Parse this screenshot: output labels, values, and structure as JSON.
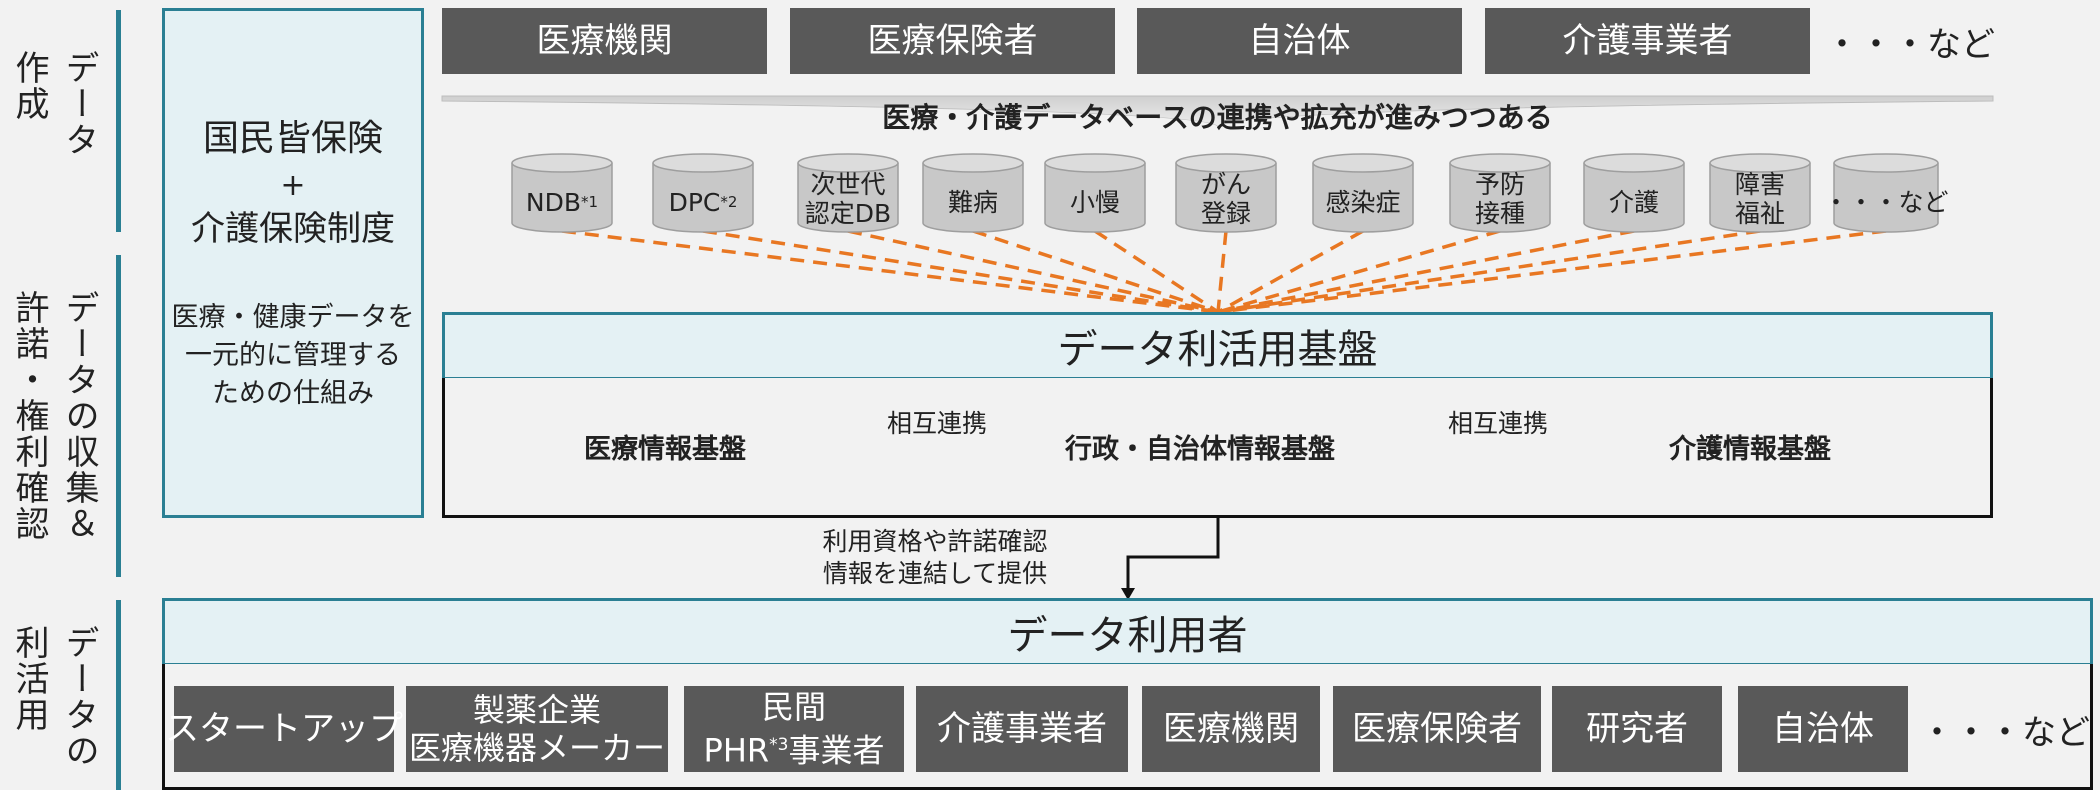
{
  "stages": {
    "creation": [
      "データ",
      "作成"
    ],
    "collection": [
      "データの収集＆",
      "許諾・権利確認"
    ],
    "utilization": [
      "データの",
      "利活用"
    ]
  },
  "system": {
    "title": "国民皆保険",
    "plus": "+",
    "subtitle": "介護保険制度",
    "description": [
      "医療・健康データを",
      "一元的に管理する",
      "ための仕組み"
    ]
  },
  "providers": [
    "医療機関",
    "医療保険者",
    "自治体",
    "介護事業者"
  ],
  "providers_etc": "・・・など",
  "db_caption": "医療・介護データベースの連携や拡充が進みつつある",
  "databases": [
    {
      "lines": [
        "NDB"
      ],
      "sup": "*1"
    },
    {
      "lines": [
        "DPC"
      ],
      "sup": "*2"
    },
    {
      "lines": [
        "次世代",
        "認定DB"
      ],
      "sup": ""
    },
    {
      "lines": [
        "難病"
      ],
      "sup": ""
    },
    {
      "lines": [
        "小慢"
      ],
      "sup": ""
    },
    {
      "lines": [
        "がん",
        "登録"
      ],
      "sup": ""
    },
    {
      "lines": [
        "感染症"
      ],
      "sup": ""
    },
    {
      "lines": [
        "予防",
        "接種"
      ],
      "sup": ""
    },
    {
      "lines": [
        "介護"
      ],
      "sup": ""
    },
    {
      "lines": [
        "障害",
        "福祉"
      ],
      "sup": ""
    },
    {
      "lines": [
        "・・・など"
      ],
      "sup": ""
    }
  ],
  "platform": {
    "title": "データ利活用基盤",
    "clouds": [
      "医療情報基盤",
      "行政・自治体情報基盤",
      "介護情報基盤"
    ],
    "link_label": "相互連携"
  },
  "note": [
    "利用資格や許諾確認",
    "情報を連結して提供"
  ],
  "users": {
    "title": "データ利用者",
    "items": [
      {
        "lines": [
          "スタートアップ"
        ]
      },
      {
        "lines": [
          "製薬企業",
          "医療機器メーカー"
        ]
      },
      {
        "pre": "民間",
        "line2a": "PHR",
        "sup": "*3",
        "line2b": "事業者"
      },
      {
        "lines": [
          "介護事業者"
        ]
      },
      {
        "lines": [
          "医療機関"
        ]
      },
      {
        "lines": [
          "医療保険者"
        ]
      },
      {
        "lines": [
          "研究者"
        ]
      },
      {
        "lines": [
          "自治体"
        ]
      }
    ],
    "etc": "・・・など"
  },
  "colors": {
    "teal": "#2a7f93",
    "panel_fill": "#e4f1f4",
    "dark_box": "#595959",
    "dashed_line": "#e87722",
    "cylinder": "#c8c8c8"
  }
}
